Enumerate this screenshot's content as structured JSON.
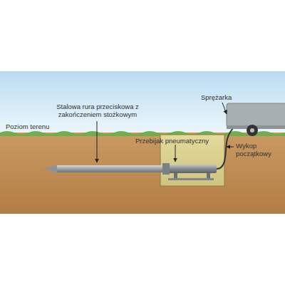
{
  "diagram": {
    "labels": [
      "Stalowa rura przeciskowa z zakończeniem stożkowym",
      "Sprężarka",
      "Poziom terenu",
      "Przebijak pneumatyczny",
      "Wykop początkowy"
    ]
  }
}
